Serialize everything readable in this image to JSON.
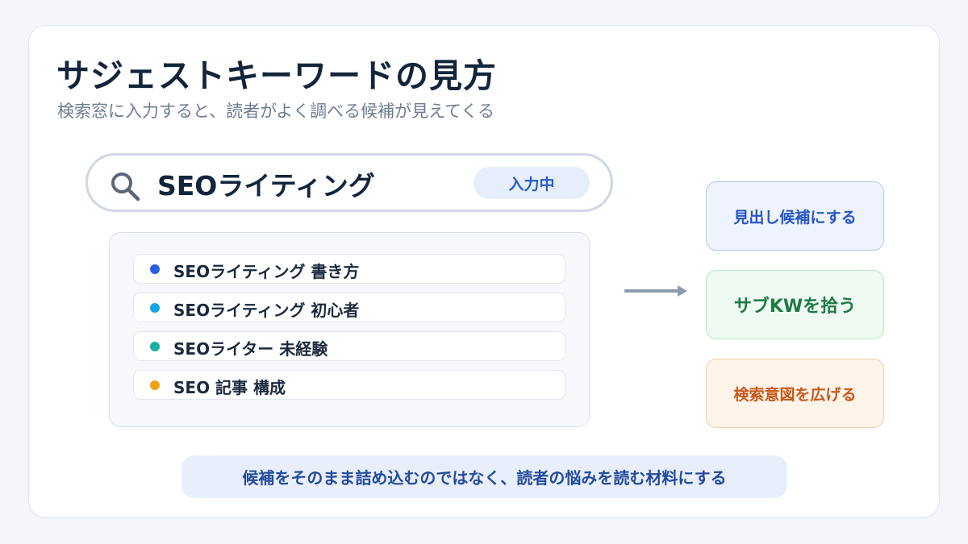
{
  "header": {
    "title": "サジェストキーワードの見方",
    "subtitle": "検索窓に入力すると、読者がよく調べる候補が見えてくる"
  },
  "search": {
    "query": "SEOライティング",
    "status_badge": "入力中",
    "icon": "search-icon"
  },
  "suggestions": [
    {
      "label": "SEOライティング 書き方",
      "color": "#2b5fe0"
    },
    {
      "label": "SEOライティング 初心者",
      "color": "#12a5e2"
    },
    {
      "label": "SEOライター 未経験",
      "color": "#17b29d"
    },
    {
      "label": "SEO 記事 構成",
      "color": "#f0a11a"
    }
  ],
  "actions": [
    {
      "label": "見出し候補にする",
      "text_color": "#2556c4",
      "bg": "#eef3fd",
      "border": "#b7c9ef"
    },
    {
      "label": "サブKWを拾う",
      "text_color": "#1f7a45",
      "bg": "#eefaf2",
      "border": "#b9e8c9"
    },
    {
      "label": "検索意図を広げる",
      "text_color": "#c9561a",
      "bg": "#fff4ea",
      "border": "#f3cfa6"
    }
  ],
  "footer": {
    "note": "候補をそのまま詰め込むのではなく、読者の悩みを読む材料にする"
  },
  "colors": {
    "arrow": "#8e9ab0",
    "title": "#13253b"
  }
}
